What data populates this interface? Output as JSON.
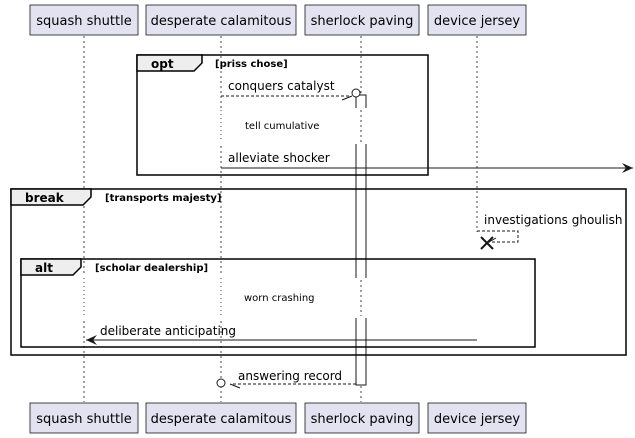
{
  "participants": [
    {
      "id": "p1",
      "label": "squash shuttle"
    },
    {
      "id": "p2",
      "label": "desperate calamitous"
    },
    {
      "id": "p3",
      "label": "sherlock paving"
    },
    {
      "id": "p4",
      "label": "device jersey"
    }
  ],
  "frames": {
    "opt": {
      "keyword": "opt",
      "condition": "[priss chose]"
    },
    "break": {
      "keyword": "break",
      "condition": "[transports majesty]"
    },
    "alt": {
      "keyword": "alt",
      "condition": "[scholar dealership]"
    }
  },
  "messages": {
    "m1": "conquers catalyst",
    "m2": "alleviate shocker",
    "m3": "investigations ghoulish",
    "m4": "deliberate anticipating",
    "m5": "answering record"
  },
  "delays": {
    "d1": "tell cumulative",
    "d2": "worn crashing"
  },
  "colors": {
    "participant_fill": "#e2e2f0",
    "participant_border": "#181818",
    "line": "#181818"
  }
}
